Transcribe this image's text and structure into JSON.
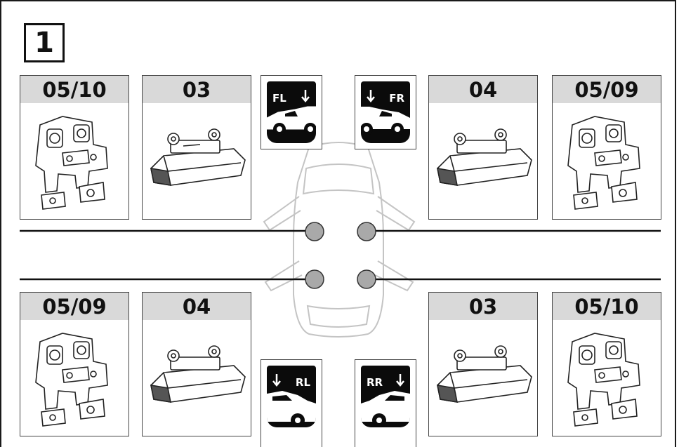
{
  "step_number": "1",
  "front_row": {
    "left_bracket_code": "05/10",
    "left_foot_code": "03",
    "left_position": "FL",
    "right_position": "FR",
    "right_foot_code": "04",
    "right_bracket_code": "05/09"
  },
  "rear_row": {
    "left_bracket_code": "05/09",
    "left_foot_code": "04",
    "left_position": "RL",
    "right_position": "RR",
    "right_foot_code": "03",
    "right_bracket_code": "05/10"
  },
  "colors": {
    "line": "#111111",
    "marker_fill": "#a9a9a9",
    "code_header": "#d9d9d9",
    "badge_bg": "#0b0b0b",
    "car_outline": "#bdbdbd"
  },
  "icons": [
    "bracket-icon",
    "foot-icon",
    "car-icon",
    "arrow-down-icon",
    "mount-point-marker"
  ]
}
